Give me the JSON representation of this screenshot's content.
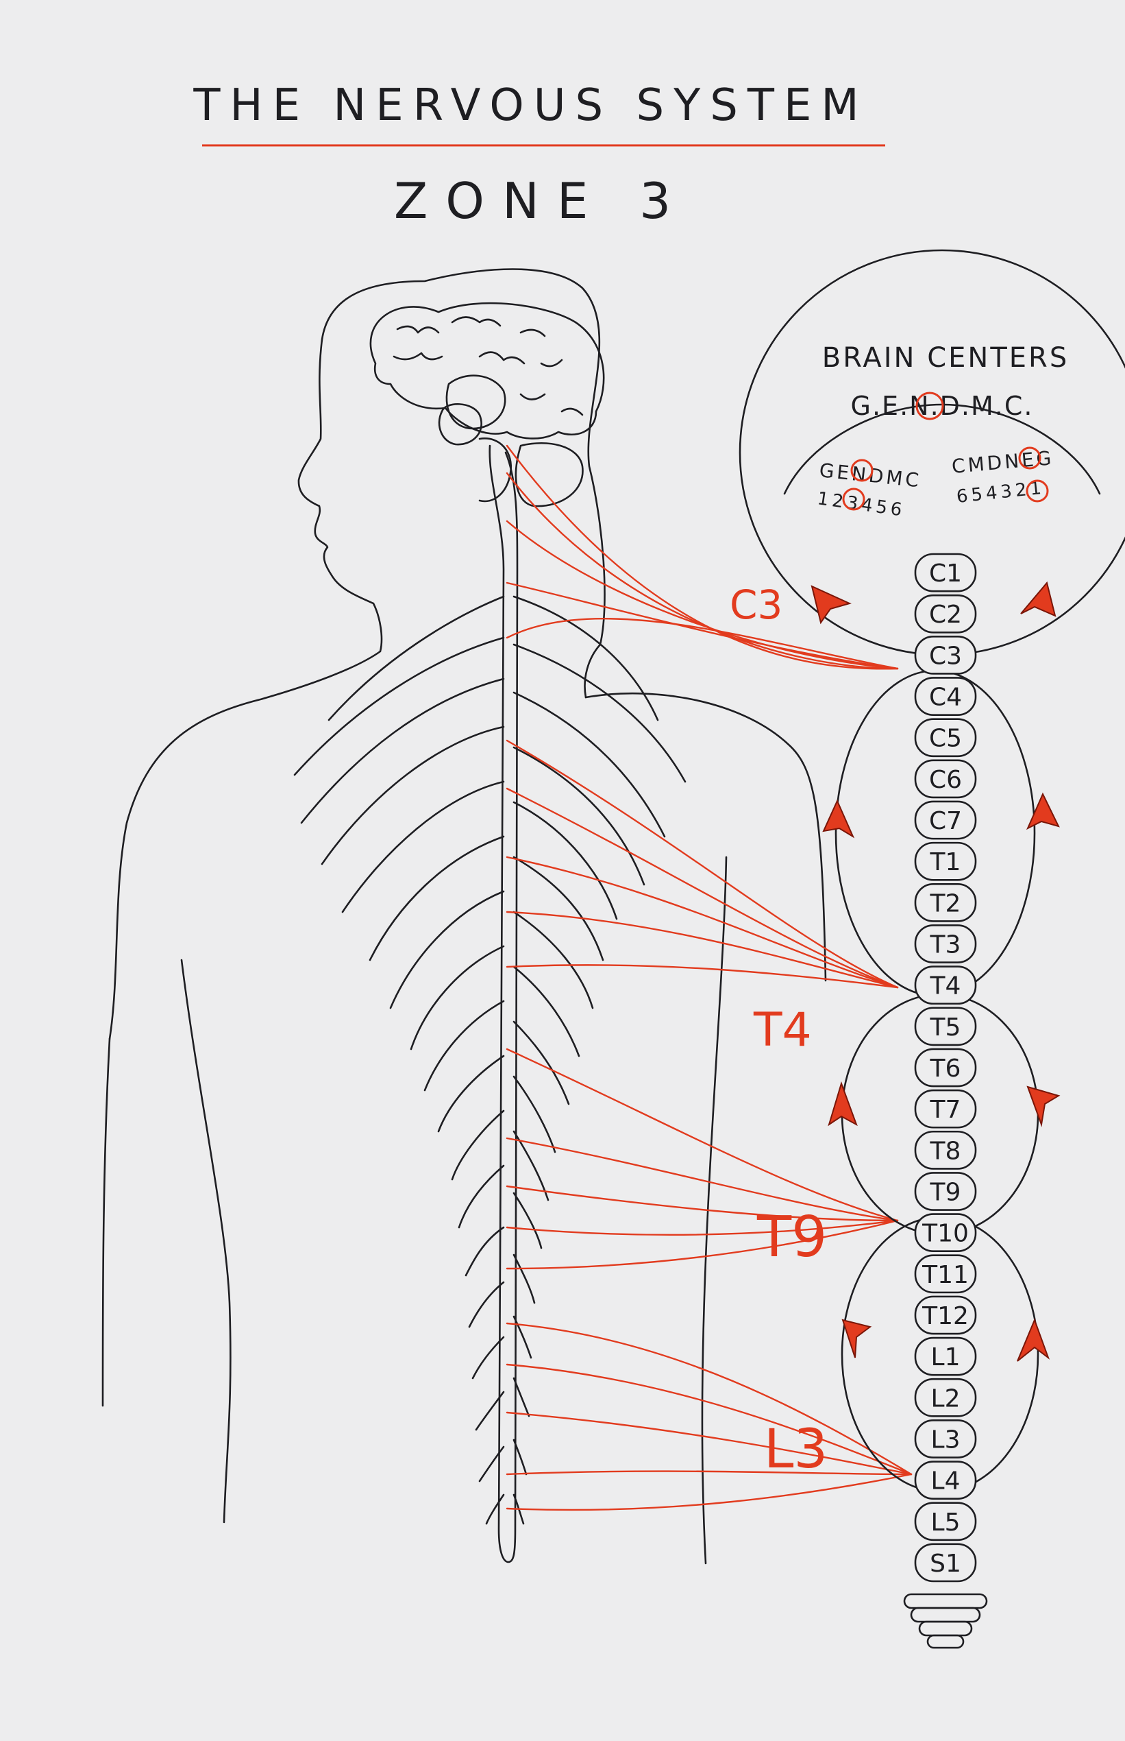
{
  "title": "THE NERVOUS SYSTEM",
  "subtitle": "ZONE 3",
  "brain_centers": {
    "label": "BRAIN CENTERS",
    "code": "G.E.N.D.M.C.",
    "left_arc_letters": "GENDMC",
    "left_arc_numbers": "123456",
    "right_arc_letters": "CMDNEG",
    "right_arc_numbers": "654321"
  },
  "vertebrae": [
    "C1",
    "C2",
    "C3",
    "C4",
    "C5",
    "C6",
    "C7",
    "T1",
    "T2",
    "T3",
    "T4",
    "T5",
    "T6",
    "T7",
    "T8",
    "T9",
    "T10",
    "T11",
    "T12",
    "L1",
    "L2",
    "L3",
    "L4",
    "L5",
    "S1"
  ],
  "zone_labels": [
    "C3",
    "T4",
    "T9",
    "L3"
  ],
  "colors": {
    "ink": "#1e1e22",
    "accent": "#e23b1e",
    "paper": "#ededee"
  }
}
